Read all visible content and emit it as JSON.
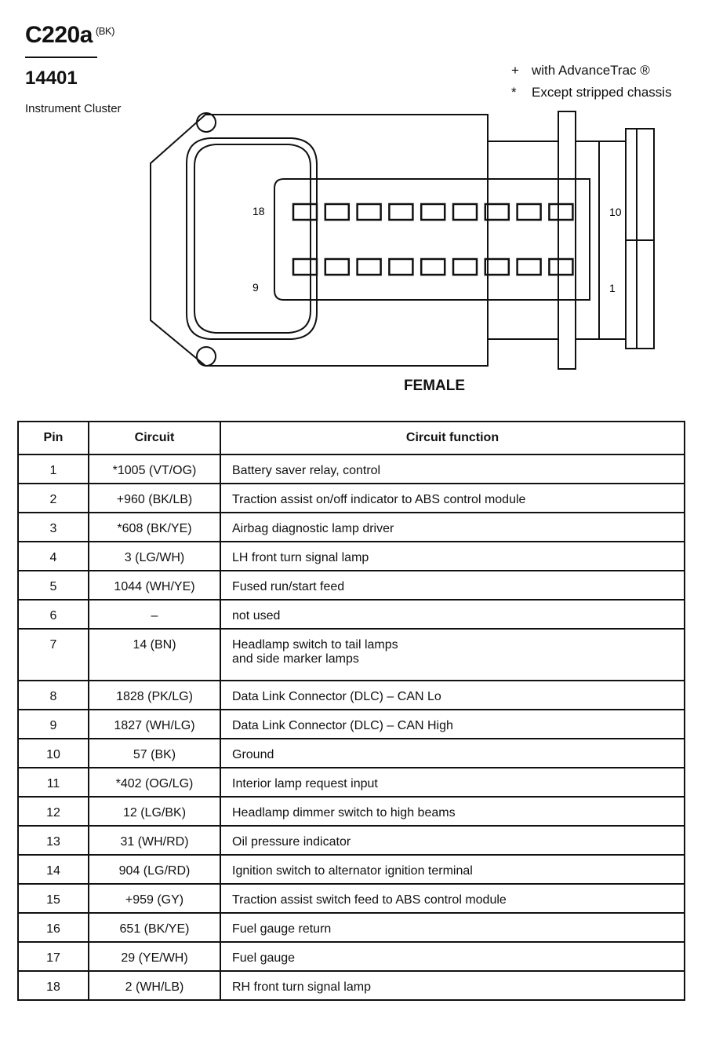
{
  "header": {
    "connector_id": "C220a",
    "connector_color": "(BK)",
    "part_number": "14401",
    "component": "Instrument Cluster"
  },
  "legend": [
    {
      "symbol": "+",
      "text": "with AdvanceTrac ®"
    },
    {
      "symbol": "*",
      "text": "Except stripped chassis"
    }
  ],
  "connector_view": {
    "pin_labels": {
      "top_left": "18",
      "bottom_left": "9",
      "top_right": "10",
      "bottom_right": "1"
    },
    "view_label": "FEMALE"
  },
  "table": {
    "headers": [
      "Pin",
      "Circuit",
      "Circuit function"
    ],
    "rows": [
      {
        "pin": "1",
        "circuit": "*1005 (VT/OG)",
        "function": "Battery saver relay, control"
      },
      {
        "pin": "2",
        "circuit": "+960 (BK/LB)",
        "function": "Traction assist on/off indicator to ABS control module"
      },
      {
        "pin": "3",
        "circuit": "*608 (BK/YE)",
        "function": "Airbag diagnostic lamp driver"
      },
      {
        "pin": "4",
        "circuit": "3 (LG/WH)",
        "function": "LH front turn signal lamp"
      },
      {
        "pin": "5",
        "circuit": "1044 (WH/YE)",
        "function": "Fused run/start feed"
      },
      {
        "pin": "6",
        "circuit": "–",
        "function": "not used"
      },
      {
        "pin": "7",
        "circuit": "14 (BN)",
        "function": "Headlamp switch to tail lamps",
        "function_line2": "and side marker lamps"
      },
      {
        "pin": "8",
        "circuit": "1828 (PK/LG)",
        "function": "Data Link Connector (DLC) – CAN Lo"
      },
      {
        "pin": "9",
        "circuit": "1827 (WH/LG)",
        "function": "Data Link Connector (DLC) – CAN High"
      },
      {
        "pin": "10",
        "circuit": "57 (BK)",
        "function": "Ground"
      },
      {
        "pin": "11",
        "circuit": "*402 (OG/LG)",
        "function": "Interior lamp request input"
      },
      {
        "pin": "12",
        "circuit": "12 (LG/BK)",
        "function": "Headlamp dimmer switch to high beams"
      },
      {
        "pin": "13",
        "circuit": "31 (WH/RD)",
        "function": "Oil pressure indicator"
      },
      {
        "pin": "14",
        "circuit": "904 (LG/RD)",
        "function": "Ignition switch to alternator ignition terminal"
      },
      {
        "pin": "15",
        "circuit": "+959 (GY)",
        "function": "Traction assist switch feed to ABS control module"
      },
      {
        "pin": "16",
        "circuit": "651 (BK/YE)",
        "function": "Fuel gauge return"
      },
      {
        "pin": "17",
        "circuit": "29 (YE/WH)",
        "function": "Fuel gauge"
      },
      {
        "pin": "18",
        "circuit": "2 (WH/LB)",
        "function": "RH front turn signal lamp"
      }
    ]
  }
}
